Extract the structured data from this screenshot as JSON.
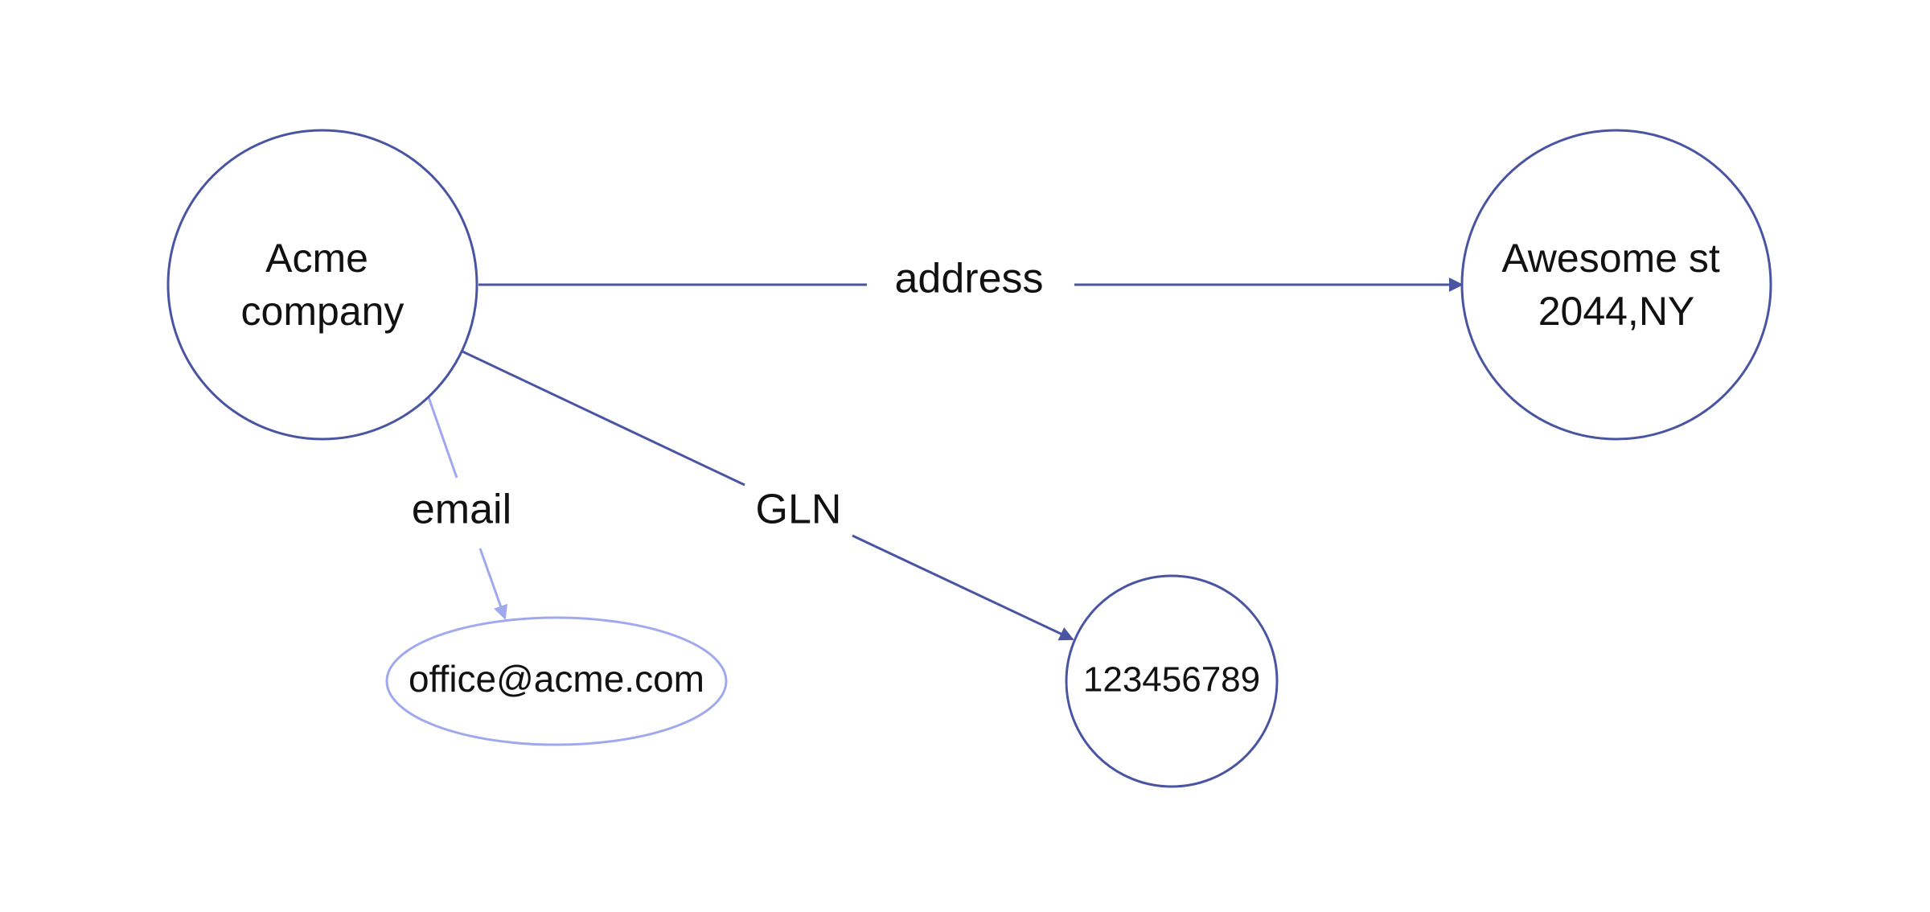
{
  "colors": {
    "primary": "#4a55a2",
    "secondary": "#a0a8ee",
    "text": "#111111",
    "background": "#ffffff"
  },
  "nodes": {
    "acme": {
      "line1": "Acme",
      "line2": "company"
    },
    "address_value": {
      "line1": "Awesome st",
      "line2": "2044,NY"
    },
    "email_value": {
      "text": "office@acme.com"
    },
    "gln_value": {
      "text": "123456789"
    }
  },
  "edges": {
    "address": {
      "label": "address"
    },
    "email": {
      "label": "email"
    },
    "gln": {
      "label": "GLN"
    }
  }
}
